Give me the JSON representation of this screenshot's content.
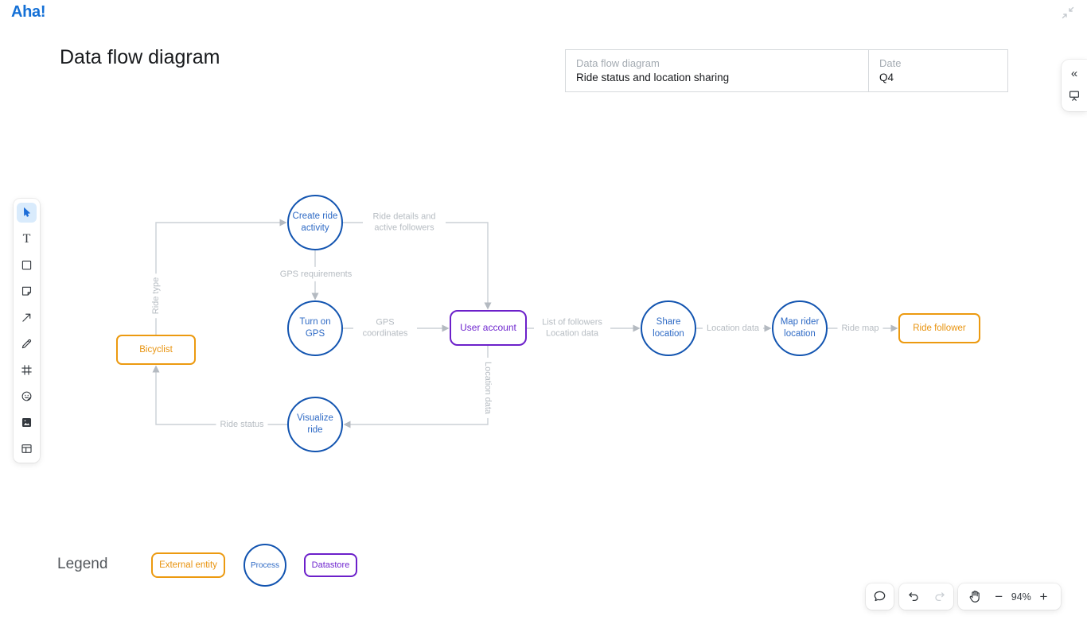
{
  "brand": {
    "logo_text": "Aha!"
  },
  "page": {
    "title": "Data flow diagram"
  },
  "info_card": {
    "name_label": "Data flow diagram",
    "name_value": "Ride status and location sharing",
    "date_label": "Date",
    "date_value": "Q4"
  },
  "right_panel": {
    "collapse_glyph": "«",
    "icons": [
      "collapse-panel-icon",
      "present-icon"
    ]
  },
  "window": {
    "icons": [
      "collapse-window-icon"
    ]
  },
  "left_toolbar": {
    "active_tool": "select",
    "text_tool_glyph": "T",
    "tools": [
      "select",
      "text",
      "shape",
      "sticky-note",
      "connector",
      "pen",
      "frame",
      "sticker",
      "image",
      "template"
    ]
  },
  "diagram": {
    "nodes": {
      "bicyclist": {
        "label": "Bicyclist",
        "type": "external-entity"
      },
      "create_ride_activity": {
        "label": "Create ride activity",
        "type": "process"
      },
      "turn_on_gps": {
        "label": "Turn on GPS",
        "type": "process"
      },
      "visualize_ride": {
        "label": "Visualize ride",
        "type": "process"
      },
      "user_account": {
        "label": "User account",
        "type": "datastore"
      },
      "share_location": {
        "label": "Share location",
        "type": "process"
      },
      "map_rider_location": {
        "label": "Map rider location",
        "type": "process"
      },
      "ride_follower": {
        "label": "Ride follower",
        "type": "external-entity"
      }
    },
    "edges": {
      "ride_type": {
        "label": "Ride type",
        "from": "Bicyclist",
        "to": "Create ride activity"
      },
      "gps_requirements": {
        "label": "GPS requirements",
        "from": "Create ride activity",
        "to": "Turn on GPS"
      },
      "ride_details": {
        "label": "Ride details and active followers",
        "from": "Create ride activity",
        "to": "User account"
      },
      "gps_coordinates": {
        "label": "GPS coordinates",
        "from": "Turn on GPS",
        "to": "User account"
      },
      "list_of_followers": {
        "label": "List of followers Location data",
        "from": "User account",
        "to": "Share location"
      },
      "location_data_right": {
        "label": "Location data",
        "from": "Share location",
        "to": "Map rider location"
      },
      "ride_map": {
        "label": "Ride map",
        "from": "Map rider location",
        "to": "Ride follower"
      },
      "location_data_down": {
        "label": "Location data",
        "from": "User account",
        "to": "Visualize ride"
      },
      "ride_status": {
        "label": "Ride status",
        "from": "Visualize ride",
        "to": "Bicyclist"
      }
    }
  },
  "legend": {
    "title": "Legend",
    "items": [
      {
        "label": "External entity",
        "type": "external-entity"
      },
      {
        "label": "Process",
        "type": "process"
      },
      {
        "label": "Datastore",
        "type": "datastore"
      }
    ]
  },
  "bottom_toolbar": {
    "icons": [
      "comment-icon",
      "undo-icon",
      "redo-icon",
      "hand-icon"
    ],
    "zoom_out_glyph": "−",
    "zoom_level": "94%",
    "zoom_in_glyph": "+"
  },
  "colors": {
    "brand_blue": "#1470d6",
    "process_border": "#1254b0",
    "process_text": "#2e6ac5",
    "external_entity": "#ec9a10",
    "datastore": "#6c20ca",
    "edge_line": "#cbd0d5",
    "edge_arrow": "#b4bac1",
    "edge_label": "#b6bcc2"
  }
}
